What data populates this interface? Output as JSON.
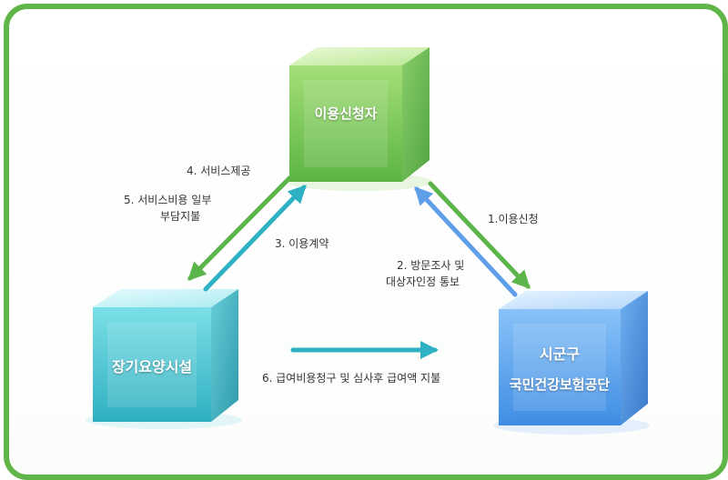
{
  "nodes": {
    "applicant": "이용신청자",
    "facility": "장기요양시설",
    "authority_line1": "시군구",
    "authority_line2": "국민건강보험공단"
  },
  "edges": {
    "service_provision": "4. 서비스제공",
    "partial_payment_line1": "5. 서비스비용 일부",
    "partial_payment_line2": "부담지불",
    "contract": "3. 이용계약",
    "application": "1.이용신청",
    "survey_line1": "2. 방문조사 및",
    "survey_line2": "대상자인정 통보",
    "billing": "6. 급여비용청구 및 심사후 급여액 지불"
  },
  "colors": {
    "frame": "#5fb548",
    "green_arrow": "#5cb54a",
    "teal_arrow": "#2eb1c3",
    "blue_arrow": "#5f9ee8",
    "green_cube": "#6fc14a",
    "teal_cube": "#2fbfcf",
    "blue_cube": "#4d9ff0"
  }
}
